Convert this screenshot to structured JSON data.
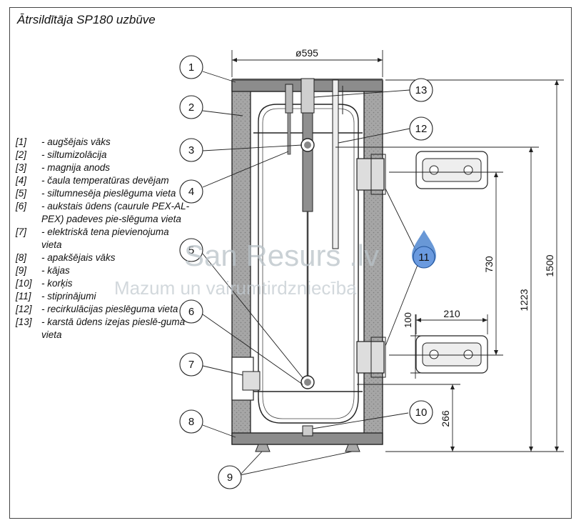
{
  "title": "Ātrsildītāja SP180 uzbūve",
  "legend": [
    {
      "num": "[1]",
      "text": "- augšējais vāks"
    },
    {
      "num": "[2]",
      "text": "- siltumizolācija"
    },
    {
      "num": "[3]",
      "text": "- magnija anods"
    },
    {
      "num": "[4]",
      "text": "- čaula temperatūras devējam"
    },
    {
      "num": "[5]",
      "text": "- siltumnesēja pieslēguma vieta"
    },
    {
      "num": "[6]",
      "text": "- aukstais ūdens (caurule PEX-AL-PEX) padeves pie-slēguma vieta"
    },
    {
      "num": "[7]",
      "text": "- elektriskā tena pievienojuma vieta"
    },
    {
      "num": "[8]",
      "text": "- apakšējais vāks"
    },
    {
      "num": "[9]",
      "text": "- kājas"
    },
    {
      "num": "[10]",
      "text": "- korķis"
    },
    {
      "num": "[11]",
      "text": "- stiprinājumi"
    },
    {
      "num": "[12]",
      "text": "- recirkulācijas pieslēguma vieta"
    },
    {
      "num": "[13]",
      "text": "- karstā ūdens izejas pieslē-guma vieta"
    }
  ],
  "callouts": [
    "1",
    "2",
    "3",
    "4",
    "5",
    "6",
    "7",
    "8",
    "9",
    "10",
    "11",
    "12",
    "13"
  ],
  "dimensions": {
    "diameter": "ø595",
    "height_total": "1500",
    "height_mid": "1223",
    "height_flange": "730",
    "height_bottom": "266",
    "flange_width": "210",
    "flange_height": "100"
  },
  "watermark": {
    "title": "San Resurs .lv",
    "subtitle": "Mazum un vairumtirdzniecība"
  },
  "colors": {
    "line": "#222222",
    "insulation": "#9a9a9a",
    "watermark_drop": "#3a6fb8"
  }
}
